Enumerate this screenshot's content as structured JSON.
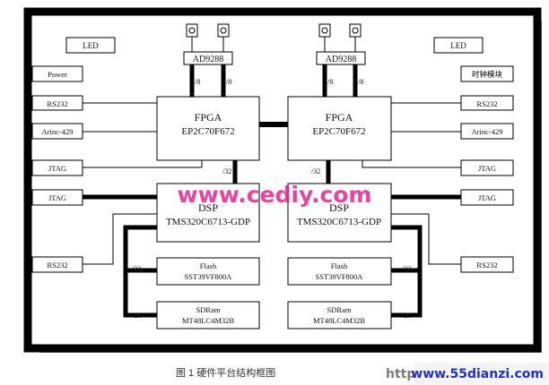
{
  "left_panel": {
    "led": "LED",
    "power": "Power",
    "rs232_top": "RS232",
    "arinc": "Arinc-429",
    "jtag_1": "JTAG",
    "jtag_2": "JTAG",
    "rs232_bottom": "RS232"
  },
  "right_panel": {
    "led": "LED",
    "clock": "时钟模块",
    "rs232_top": "RS232",
    "arinc": "Arinc-429",
    "jtag_1": "JTAG",
    "jtag_2": "JTAG",
    "rs232_bottom": "RS232"
  },
  "channel_a": {
    "adc": "AD9288",
    "bus_adc_1": "/8",
    "bus_adc_2": "/8",
    "fpga_title": "FPGA",
    "fpga_part": "EP2C70F672",
    "bus_fpga_dsp": "/32",
    "dsp_title": "DSP",
    "dsp_part": "TMS320C6713-GDP",
    "flash_title": "Flash",
    "flash_part": "SST39VF800A",
    "bus_flash": "/32",
    "sdram_title": "SDRam",
    "sdram_part": "MT48LC4M32B",
    "bus_sdram": "/16"
  },
  "channel_b": {
    "adc": "AD9288",
    "bus_adc_1": "/8",
    "bus_adc_2": "/8",
    "fpga_title": "FPGA",
    "fpga_part": "EP2C70F672",
    "bus_fpga_dsp": "/32",
    "dsp_title": "DSP",
    "dsp_part": "TMS320C6713-GDP",
    "flash_title": "Flash",
    "flash_part": "SST39VF800A",
    "bus_flash": "/32",
    "sdram_title": "SDRam",
    "sdram_part": "MT48LC4M32B",
    "bus_sdram": "/16"
  },
  "caption": "图 1  硬件平台结构框图",
  "watermarks": {
    "center": "www.cediy.com",
    "corner": "www.55dianzi.com",
    "corner_prefix": "http"
  }
}
